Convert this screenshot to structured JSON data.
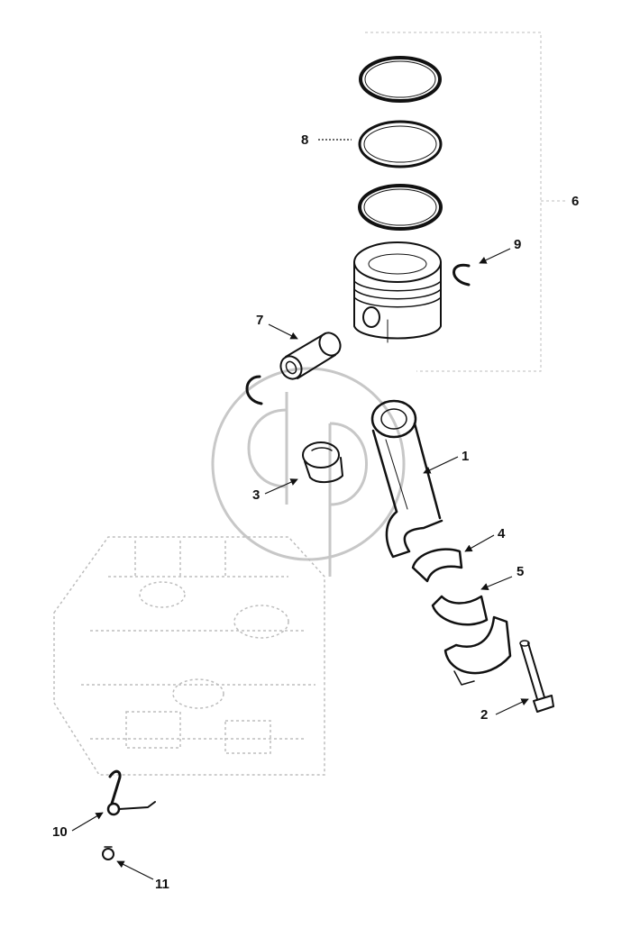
{
  "callouts": {
    "c1": "1",
    "c2": "2",
    "c3": "3",
    "c4": "4",
    "c5": "5",
    "c6": "6",
    "c7": "7",
    "c8": "8",
    "c9": "9",
    "c10": "10",
    "c11": "11"
  },
  "colors": {
    "ink": "#111111",
    "watermark": "#b5b5b5",
    "ghost": "#bdbdbd"
  }
}
